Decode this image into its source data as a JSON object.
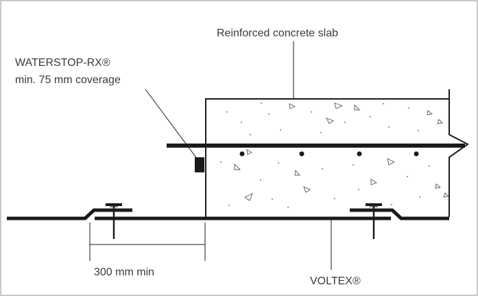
{
  "labels": {
    "slab": "Reinforced concrete slab",
    "waterstop_line1": "WATERSTOP-RX®",
    "waterstop_line2": "min. 75 mm coverage",
    "overlap": "300 mm min",
    "voltex": "VOLTEX®"
  },
  "colors": {
    "border": "#c8c8c8",
    "line": "#1a1a1a",
    "text": "#3a3a3a",
    "aggregate": "#555555"
  }
}
